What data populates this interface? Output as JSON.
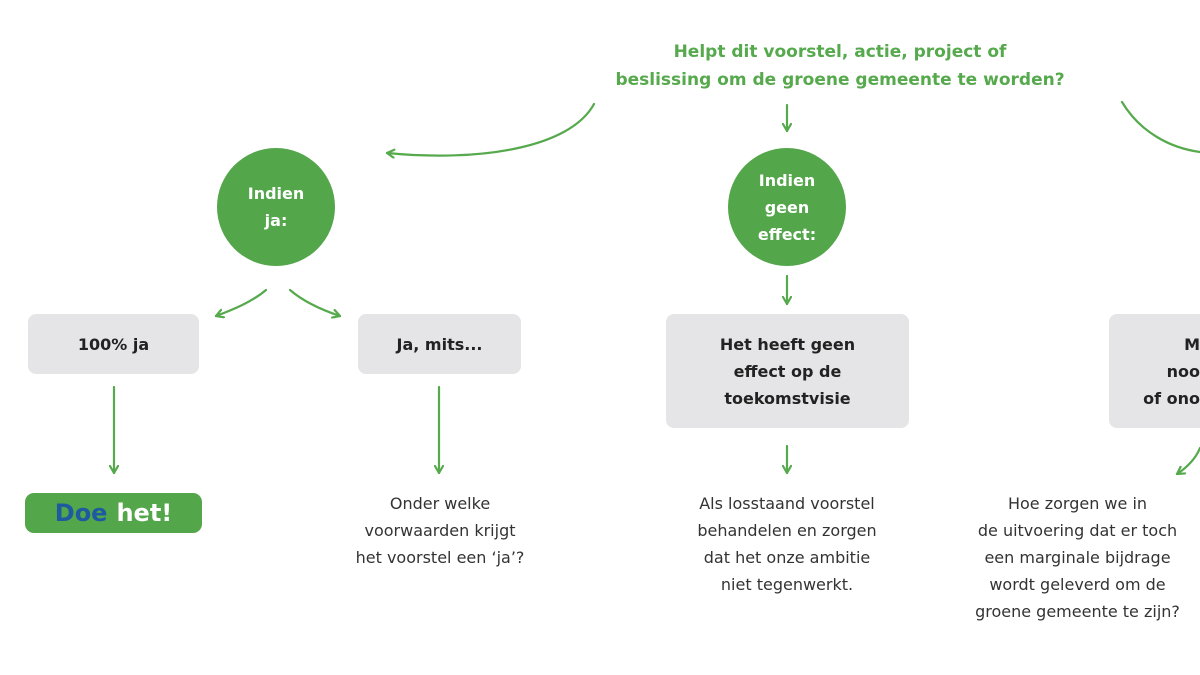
{
  "question": {
    "line1": "Helpt dit voorstel, actie, project of",
    "line2": "beslissing om de groene gemeente te worden?"
  },
  "circles": {
    "yes": {
      "line1": "Indien",
      "line2": "ja:"
    },
    "no_effect": {
      "line1": "Indien",
      "line2": "geen",
      "line3": "effect:"
    }
  },
  "boxes": {
    "full_yes": "100% ja",
    "yes_if": "Ja, mits...",
    "no_effect": {
      "line1": "Het heeft geen",
      "line2": "effect op de",
      "line3": "toekomstvisie"
    },
    "right_partial": {
      "line1": "M",
      "line2": "noo",
      "line3": "of ono"
    }
  },
  "action": {
    "word1": "Doe",
    "word2": "het!"
  },
  "texts": {
    "yes_if": [
      "Onder welke",
      "voorwaarden krijgt",
      "het voorstel een ‘ja’?"
    ],
    "no_effect": [
      "Als losstaand voorstel",
      "behandelen en zorgen",
      "dat het onze ambitie",
      "niet tegenwerkt."
    ],
    "right": [
      "Hoe zorgen we in",
      "de uitvoering dat er toch",
      "een marginale bijdrage",
      "wordt geleverd om de",
      "groene gemeente te zijn?"
    ]
  },
  "colors": {
    "green": "#54a64b",
    "blue": "#1e5aa0",
    "box_gray": "#e5e5e7"
  }
}
